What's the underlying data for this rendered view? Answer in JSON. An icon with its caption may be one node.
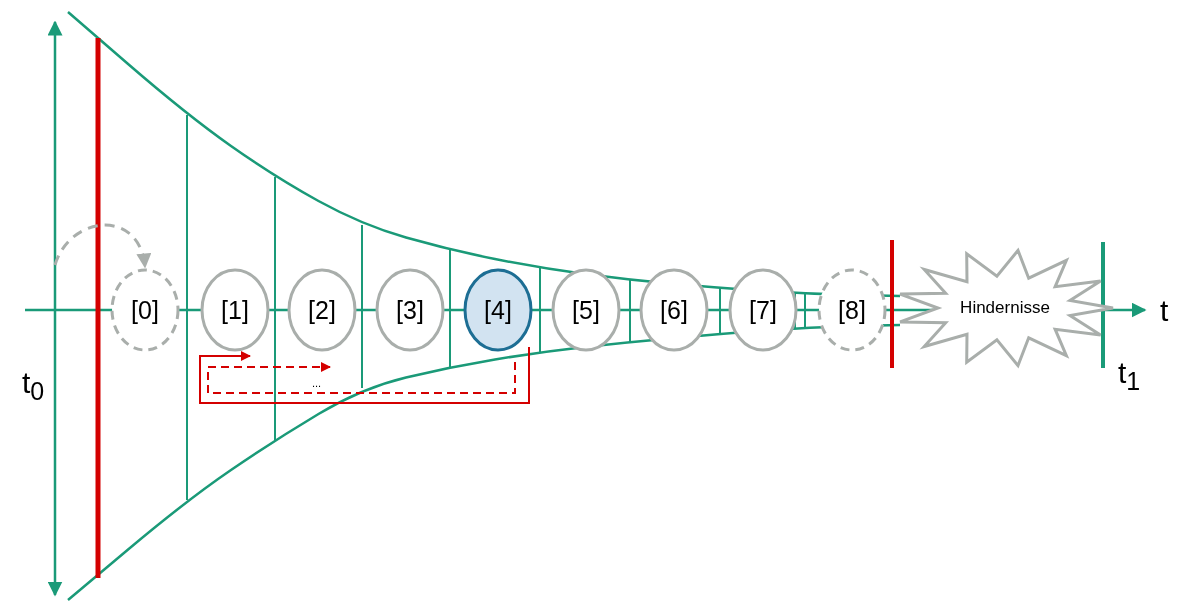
{
  "diagram": {
    "nodes": [
      {
        "text": [
          "[0]"
        ]
      },
      {
        "text": [
          "[1]"
        ]
      },
      {
        "text": [
          "[2]"
        ]
      },
      {
        "text": [
          "[3]"
        ]
      },
      {
        "text": [
          "[4]"
        ]
      },
      {
        "text": [
          "[5]"
        ]
      },
      {
        "text": [
          "[6]"
        ]
      },
      {
        "text": [
          "[7]"
        ]
      },
      {
        "text": [
          "[8]"
        ]
      },
      {
        "text": [
          "Hindernisse"
        ]
      }
    ],
    "edges": [
      {
        "from": null,
        "to": 0,
        "arrow": "to",
        "style": "dashed",
        "color": "#a9aeab"
      },
      {
        "from": 4,
        "to": 1,
        "arrow": "to",
        "color": "#d40000"
      },
      {
        "from": 4,
        "to": 2,
        "arrow": "to",
        "style": "dashed",
        "color": "#d40000",
        "label": "..."
      }
    ],
    "labels": [
      "t$_{0}$",
      "t",
      "t$_{1}$"
    ]
  }
}
